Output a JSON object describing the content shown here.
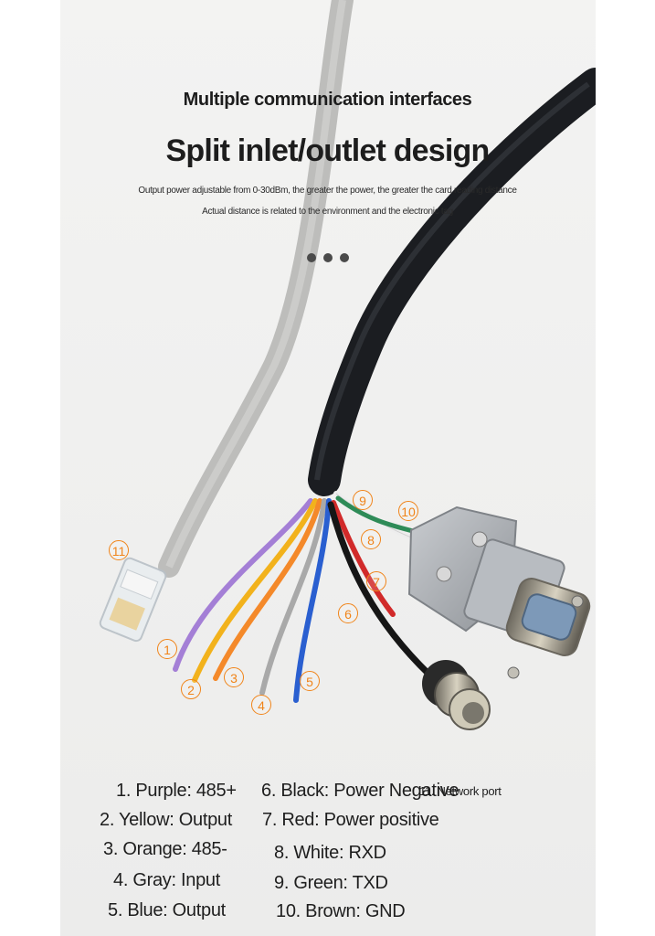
{
  "header": {
    "kicker": "Multiple communication interfaces",
    "headline": "Split inlet/outlet design",
    "subline_1": "Output power adjustable from 0-30dBm, the greater the power, the greater the card reading distance",
    "subline_2": "Actual distance is related to the environment and the electronic tag"
  },
  "callouts": [
    "1",
    "2",
    "3",
    "4",
    "5",
    "6",
    "7",
    "8",
    "9",
    "10",
    "11"
  ],
  "legend": {
    "col1": [
      "1. Purple: 485+",
      "2. Yellow: Output",
      "3. Orange: 485-",
      "4. Gray: Input",
      "5. Blue: Output"
    ],
    "col2": [
      "6. Black: Power Negative",
      "7. Red: Power positive",
      "8. White: RXD",
      "9. Green: TXD",
      "10. Brown: GND"
    ],
    "col3": [
      "11. Network port"
    ]
  },
  "colors": {
    "callout": "#f08419",
    "purple": "#a47fd6",
    "yellow": "#f2b21c",
    "orange": "#f4892a",
    "gray": "#a9a9a9",
    "blue": "#2a5fd0",
    "black": "#161616",
    "red": "#d12a2a",
    "white": "#ededed",
    "green": "#2e8b57"
  }
}
